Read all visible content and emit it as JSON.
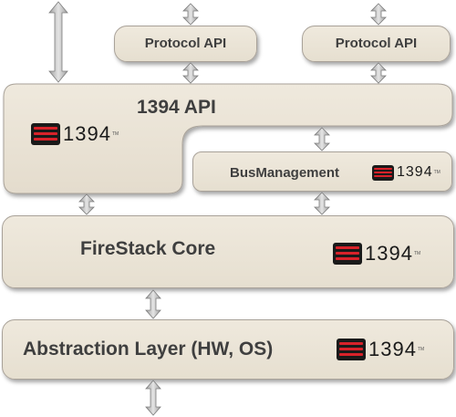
{
  "boxes": {
    "protocol_api_left": "Protocol API",
    "protocol_api_right": "Protocol API",
    "api_1394": "1394 API",
    "bus_management": "BusManagement",
    "firestack_core": "FireStack Core",
    "abstraction_layer": "Abstraction Layer (HW, OS)"
  },
  "logo": {
    "text": "1394",
    "mark_superscript": "TM"
  },
  "colors": {
    "box_fill": "#e9e2d4",
    "box_border": "#a9a299",
    "arrow_fill": "#c9c9c9",
    "logo_black": "#1a1a1a",
    "logo_red": "#d8222a",
    "label_text": "#3f3f3f"
  }
}
